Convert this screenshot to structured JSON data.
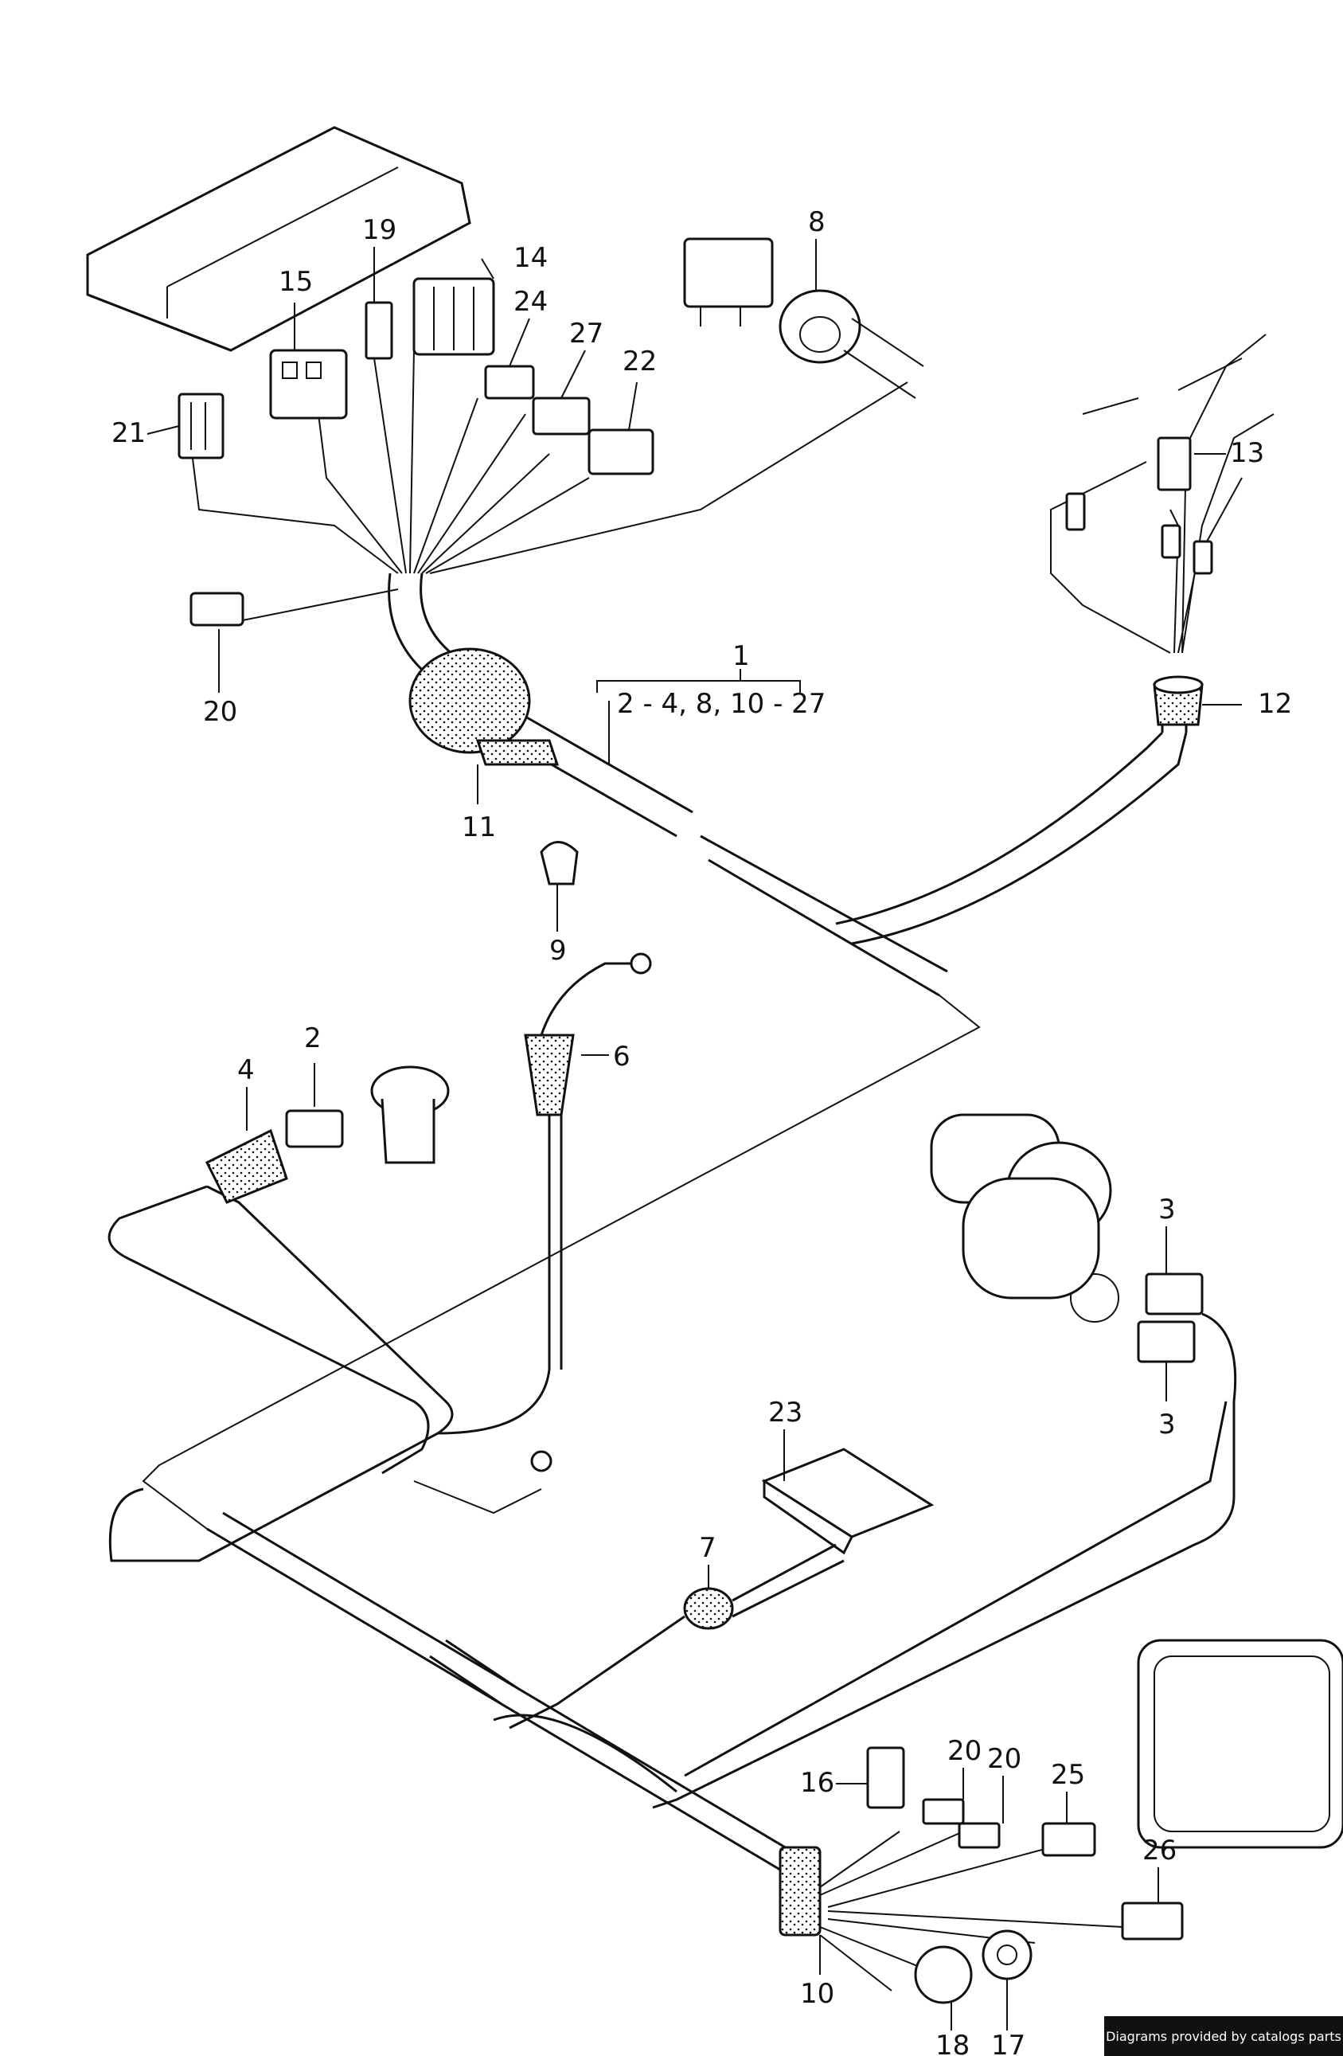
{
  "callouts": {
    "c1": "1",
    "c1_range": "2 - 4, 8, 10 - 27",
    "c2": "2",
    "c3a": "3",
    "c3b": "3",
    "c4": "4",
    "c6": "6",
    "c7": "7",
    "c8": "8",
    "c9": "9",
    "c10": "10",
    "c11": "11",
    "c12": "12",
    "c13": "13",
    "c14": "14",
    "c15": "15",
    "c16": "16",
    "c17": "17",
    "c18": "18",
    "c19": "19",
    "c20a": "20",
    "c20b": "20",
    "c20c": "20",
    "c21": "21",
    "c22": "22",
    "c23": "23",
    "c24": "24",
    "c25": "25",
    "c26": "26",
    "c27": "27"
  },
  "credit": "Diagrams provided by catalogs parts"
}
